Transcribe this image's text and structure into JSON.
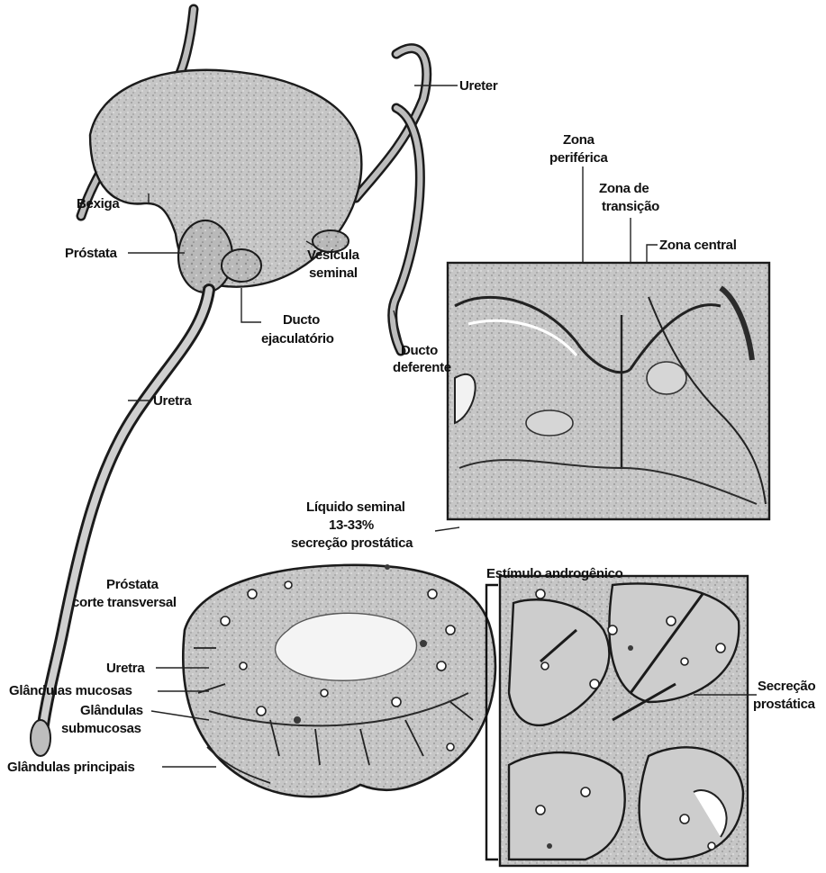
{
  "labels": {
    "ureter": "Ureter",
    "bexiga": "Bexiga",
    "prostata": "Próstata",
    "vesicula_line1": "Vesícula",
    "vesicula_line2": "seminal",
    "ducto_ejac_line1": "Ducto",
    "ducto_ejac_line2": "ejaculatório",
    "ducto_def_line1": "Ducto",
    "ducto_def_line2": "deferente",
    "uretra_top": "Uretra",
    "zona_periferica_line1": "Zona",
    "zona_periferica_line2": "periférica",
    "zona_transicao_line1": "Zona de",
    "zona_transicao_line2": "transição",
    "zona_central": "Zona central",
    "liquido_line1": "Líquido seminal",
    "liquido_line2": "13-33%",
    "liquido_line3": "secreção prostática",
    "corte_line1": "Próstata",
    "corte_line2": "corte transversal",
    "estimulo": "Estímulo androgênico",
    "uretra_bottom": "Uretra",
    "gl_mucosas": "Glândulas mucosas",
    "gl_sub_line1": "Glândulas",
    "gl_sub_line2": "submucosas",
    "gl_principais": "Glândulas principais",
    "secrecao_line1": "Secreção",
    "secrecao_line2": "prostática"
  },
  "colors": {
    "tissue": "#c9c9c9",
    "outline": "#1b1b1b",
    "background": "#ffffff"
  }
}
